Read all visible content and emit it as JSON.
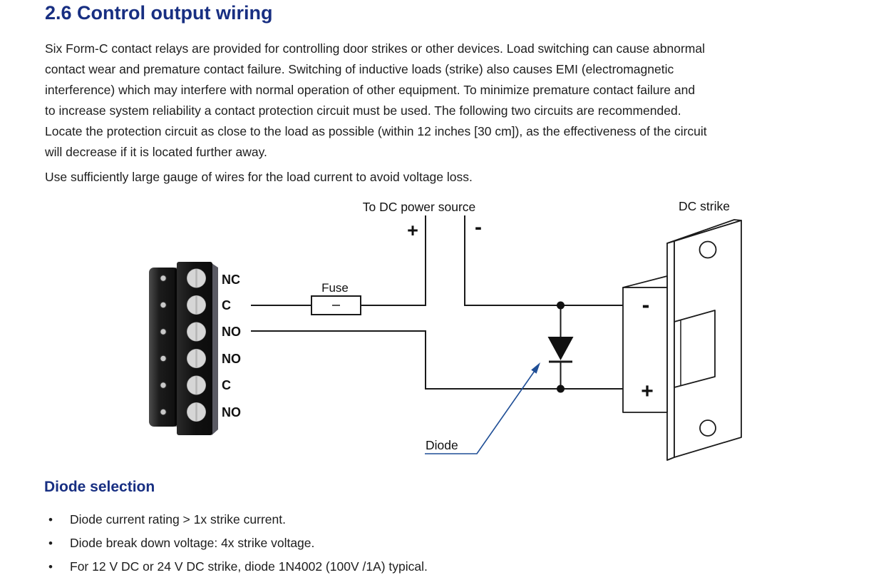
{
  "page": {
    "section_title": "2.6 Control output wiring",
    "intro_lines": [
      "Six Form-C contact relays are provided for controlling door strikes or other devices. Load switching can cause abnormal",
      "contact wear and premature contact failure. Switching of inductive loads (strike) also causes EMI (electromagnetic",
      "interference) which may interfere with normal operation of other equipment. To minimize premature contact failure and",
      "to increase system reliability a contact protection circuit must be used. The following two circuits are recommended.",
      "Locate the protection circuit as close to the load as possible (within 12 inches [30 cm]), as the effectiveness of the circuit",
      "will decrease if it is located further away."
    ],
    "note": "Use sufficiently large gauge of wires for the load current to avoid voltage loss.",
    "subsection_title": "Diode selection",
    "bullet_glyph": "•",
    "bullets": [
      "Diode current rating > 1x strike current.",
      "Diode break down voltage: 4x strike voltage.",
      "For 12 V DC or 24 V DC strike, diode 1N4002 (100V /1A) typical."
    ]
  },
  "diagram": {
    "power_label": "To DC power source",
    "power_plus": "+",
    "power_minus": "-",
    "fuse_label": "Fuse",
    "strike_label": "DC strike",
    "strike_minus": "-",
    "strike_plus": "+",
    "diode_label": "Diode",
    "terminal_labels": [
      "NC",
      "C",
      "NO",
      "NO",
      "C",
      "NO"
    ]
  },
  "colors": {
    "heading_blue": "#182f82",
    "leader_blue": "#1f4e96",
    "line_black": "#1a1a1a",
    "body_text": "#1d1d1d",
    "terminal_body": "#161616",
    "terminal_side": "#5a5a63",
    "screw_gray": "#d6d6d6"
  }
}
